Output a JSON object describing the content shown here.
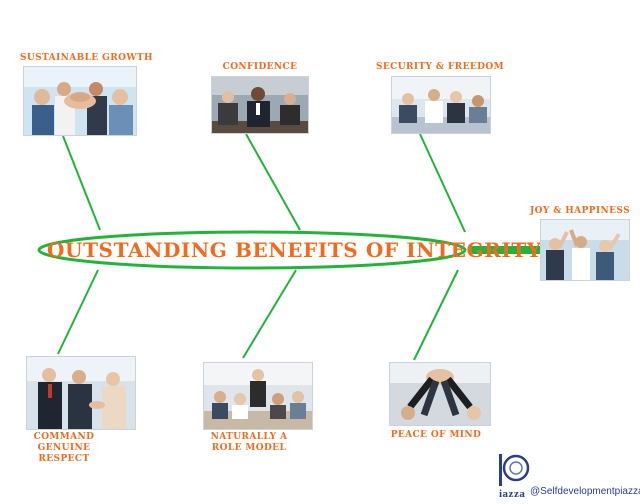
{
  "diagram": {
    "title": "Outstanding Benefits of Integrity",
    "colors": {
      "bone": "#22b43a",
      "label": "#f26b1d",
      "brand": "#2a3d8f"
    },
    "benefits": [
      {
        "label": "Sustainable Growth",
        "photo": "team-hands-together-photo"
      },
      {
        "label": "Confidence",
        "photo": "business-meeting-photo"
      },
      {
        "label": "Security & Freedom",
        "photo": "office-teamwork-photo"
      },
      {
        "label": "Joy & Happiness",
        "photo": "celebrating-team-photo"
      },
      {
        "label": "Command Genuine Respect",
        "photo": "handshake-photo"
      },
      {
        "label": "Naturally A Role Model",
        "photo": "presentation-photo"
      },
      {
        "label": "Peace of Mind",
        "photo": "high-five-photo"
      }
    ]
  },
  "brand": {
    "logo_text": "iazza",
    "handle": "@Selfdevelopmentpiazza",
    "logo_icon": "piazza-logo-icon"
  }
}
